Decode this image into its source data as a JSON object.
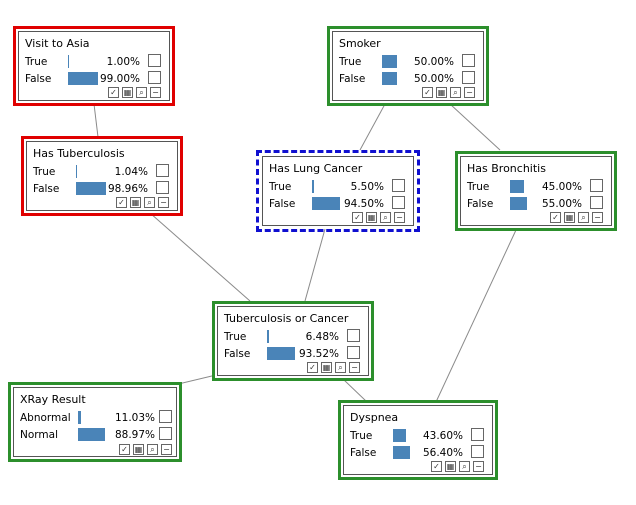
{
  "colors": {
    "evidence_red": "#e00000",
    "query_green": "#2c8f2c",
    "selected_blue": "#1010d0",
    "bar": "#4a84b8"
  },
  "nodes": {
    "visit_to_asia": {
      "title": "Visit to Asia",
      "rows": [
        {
          "label": "True",
          "pct": "1.00%",
          "value": 0.01
        },
        {
          "label": "False",
          "pct": "99.00%",
          "value": 0.99
        }
      ]
    },
    "smoker": {
      "title": "Smoker",
      "rows": [
        {
          "label": "True",
          "pct": "50.00%",
          "value": 0.5
        },
        {
          "label": "False",
          "pct": "50.00%",
          "value": 0.5
        }
      ]
    },
    "has_tuberculosis": {
      "title": "Has Tuberculosis",
      "rows": [
        {
          "label": "True",
          "pct": "1.04%",
          "value": 0.0104
        },
        {
          "label": "False",
          "pct": "98.96%",
          "value": 0.9896
        }
      ]
    },
    "has_lung_cancer": {
      "title": "Has Lung Cancer",
      "rows": [
        {
          "label": "True",
          "pct": "5.50%",
          "value": 0.055
        },
        {
          "label": "False",
          "pct": "94.50%",
          "value": 0.945
        }
      ]
    },
    "has_bronchitis": {
      "title": "Has Bronchitis",
      "rows": [
        {
          "label": "True",
          "pct": "45.00%",
          "value": 0.45
        },
        {
          "label": "False",
          "pct": "55.00%",
          "value": 0.55
        }
      ]
    },
    "tb_or_cancer": {
      "title": "Tuberculosis or Cancer",
      "rows": [
        {
          "label": "True",
          "pct": "6.48%",
          "value": 0.0648
        },
        {
          "label": "False",
          "pct": "93.52%",
          "value": 0.9352
        }
      ]
    },
    "xray_result": {
      "title": "XRay Result",
      "rows": [
        {
          "label": "Abnormal",
          "pct": "11.03%",
          "value": 0.1103
        },
        {
          "label": "Normal",
          "pct": "88.97%",
          "value": 0.8897
        }
      ]
    },
    "dyspnea": {
      "title": "Dyspnea",
      "rows": [
        {
          "label": "True",
          "pct": "43.60%",
          "value": 0.436
        },
        {
          "label": "False",
          "pct": "56.40%",
          "value": 0.564
        }
      ]
    }
  },
  "toolbar_icons": [
    "check-icon",
    "grid-icon",
    "magnifier-icon",
    "minimize-icon"
  ]
}
